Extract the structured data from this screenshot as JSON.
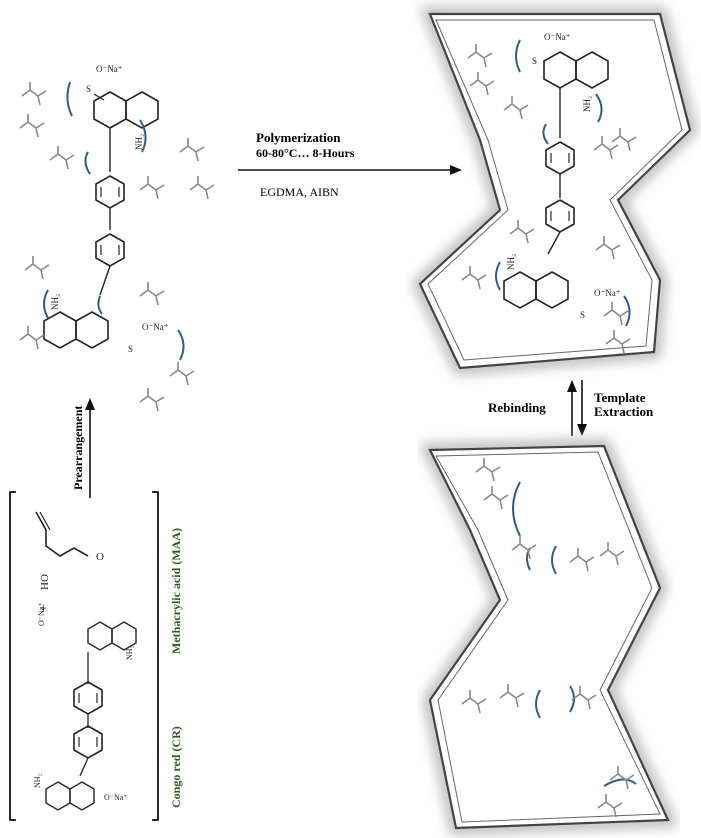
{
  "process": {
    "polymerization_title": "Polymerization",
    "polymerization_conditions": "60-80°C… 8-Hours",
    "reagents": "EGDMA, AIBN",
    "rebinding": "Rebinding",
    "template_extraction_line1": "Template",
    "template_extraction_line2": "Extraction",
    "prearrangement": "Prearrangement"
  },
  "compounds": {
    "congo_red": "Congo red (CR)",
    "methacrylic_acid": "Methacrylic acid (MAA)",
    "plus_sign": "+",
    "hydroxyl": "HO",
    "carbonyl_o": "O",
    "amine": "NH₂",
    "sulfonate": "O⁻Na⁺",
    "sulfur": "S",
    "oxygen": "O"
  },
  "colors": {
    "bracket_arc": "#2e5d8c",
    "monomer": "#8a8a8a",
    "cavity_border": "#444444",
    "label_green": "#2f5a1f"
  }
}
